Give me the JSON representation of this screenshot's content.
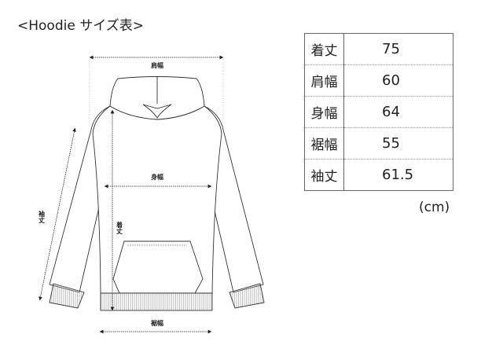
{
  "title": "<Hoodie サイズ表>",
  "diagram_labels": {
    "shoulder": "肩幅",
    "body_width": "身幅",
    "length": "着丈",
    "sleeve": "袖丈",
    "hem": "裾幅"
  },
  "table": {
    "rows": [
      {
        "label": "着丈",
        "value": "75"
      },
      {
        "label": "肩幅",
        "value": "60"
      },
      {
        "label": "身幅",
        "value": "64"
      },
      {
        "label": "裾幅",
        "value": "55"
      },
      {
        "label": "袖丈",
        "value": "61.5"
      }
    ],
    "unit": "(cm)"
  }
}
